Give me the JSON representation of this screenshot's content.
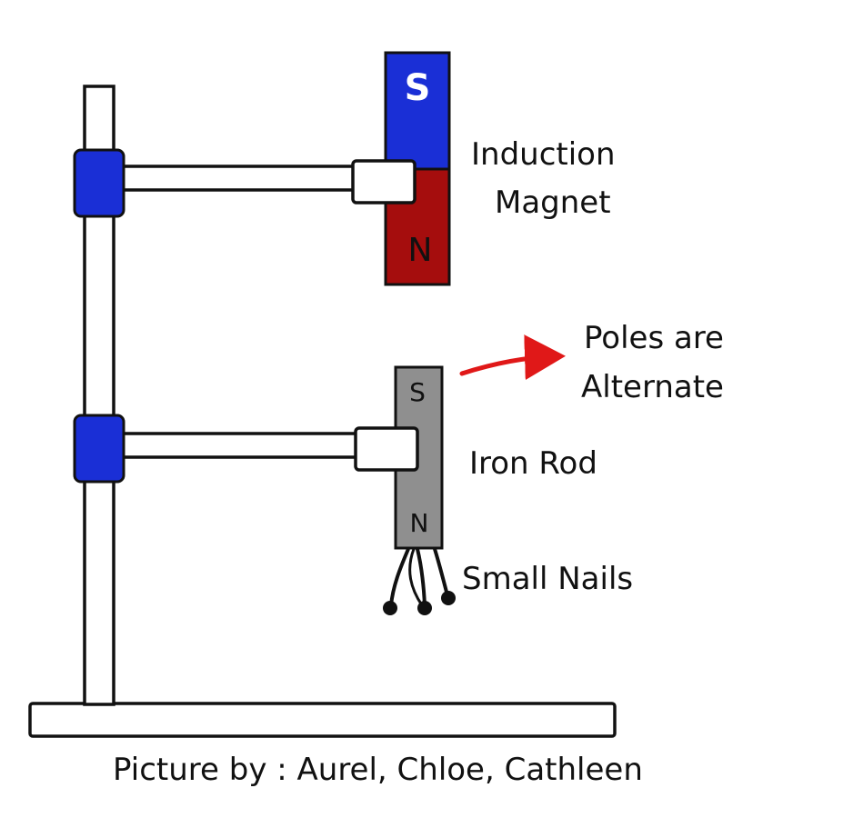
{
  "magnet": {
    "top_pole": "S",
    "bottom_pole": "N",
    "label_line1": "Induction",
    "label_line2": "Magnet",
    "top_color": "#1a2fd6",
    "bottom_color": "#a50d0d"
  },
  "rod": {
    "top_pole": "S",
    "bottom_pole": "N",
    "label": "Iron Rod",
    "color": "#8f8f8f"
  },
  "annotation": {
    "line1": "Poles are",
    "line2": "Alternate",
    "arrow_color": "#e01818"
  },
  "nails": {
    "label": "Small Nails"
  },
  "clamp_color": "#1a2fd6",
  "credit": "Picture by : Aurel, Chloe, Cathleen"
}
